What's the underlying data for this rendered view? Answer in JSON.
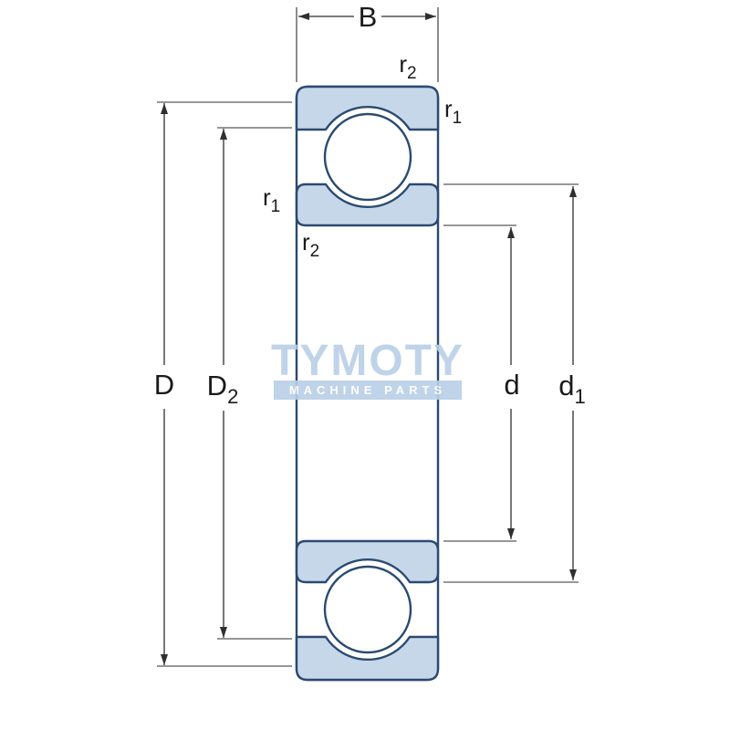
{
  "watermark": {
    "title": "TYMOTY",
    "subtitle": "MACHINE PARTS"
  },
  "dimensions": {
    "width": "B",
    "outer_diameter": "D",
    "outer_shoulder": {
      "base": "D",
      "sub": "2"
    },
    "bore": "d",
    "inner_shoulder": {
      "base": "d",
      "sub": "1"
    }
  },
  "fillets": {
    "top": {
      "base": "r",
      "sub": "2"
    },
    "top_right": {
      "base": "r",
      "sub": "1"
    },
    "left_upper": {
      "base": "r",
      "sub": "1"
    },
    "left_lower": {
      "base": "r",
      "sub": "2"
    }
  },
  "colors": {
    "ring_fill": "#c7d7ea",
    "ring_stroke": "#2a4a70",
    "line": "#2f2f2f",
    "label": "#1a1a1a",
    "watermark": "#b9cfe7",
    "watermark_text": "#ffffff"
  }
}
